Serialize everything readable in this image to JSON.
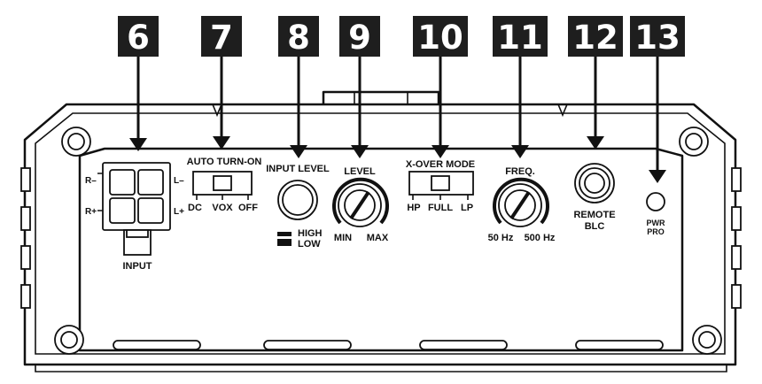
{
  "callouts": [
    {
      "number": "6"
    },
    {
      "number": "7"
    },
    {
      "number": "8"
    },
    {
      "number": "9"
    },
    {
      "number": "10"
    },
    {
      "number": "11"
    },
    {
      "number": "12"
    },
    {
      "number": "13"
    }
  ],
  "input_connector": {
    "label": "INPUT",
    "pin_r_minus": "R–",
    "pin_r_plus": "R+",
    "pin_l_minus": "L–",
    "pin_l_plus": "L+"
  },
  "auto_turn_on": {
    "title": "AUTO TURN-ON",
    "options": [
      "DC",
      "VOX",
      "OFF"
    ],
    "selected": "VOX"
  },
  "input_level": {
    "title": "INPUT LEVEL",
    "high": "HIGH",
    "low": "LOW"
  },
  "level_knob": {
    "title": "LEVEL",
    "min": "MIN",
    "max": "MAX"
  },
  "xover_mode": {
    "title": "X-OVER MODE",
    "options": [
      "HP",
      "FULL",
      "LP"
    ],
    "selected": "FULL"
  },
  "freq_knob": {
    "title": "FREQ.",
    "min": "50 Hz",
    "max": "500 Hz"
  },
  "remote_blc": {
    "line1": "REMOTE",
    "line2": "BLC"
  },
  "pwr_pro": {
    "line1": "PWR",
    "line2": "PRO"
  }
}
